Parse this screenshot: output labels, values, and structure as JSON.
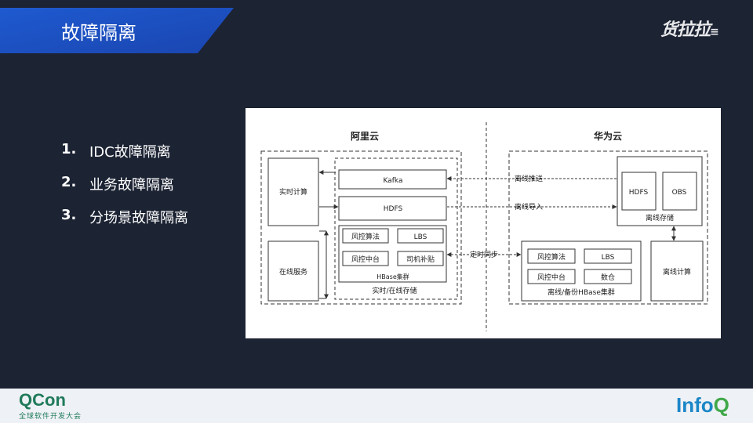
{
  "header": {
    "title": "故障隔离"
  },
  "brand": {
    "logo_text": "货拉拉",
    "logo_mark": "≡"
  },
  "list": {
    "items": [
      {
        "num": "1.",
        "label": "IDC故障隔离"
      },
      {
        "num": "2.",
        "label": "业务故障隔离"
      },
      {
        "num": "3.",
        "label": "分场景故障隔离"
      }
    ]
  },
  "diagram": {
    "left_title": "阿里云",
    "right_title": "华为云",
    "realtime_compute": "实时计算",
    "online_service": "在线服务",
    "kafka": "Kafka",
    "hdfs": "HDFS",
    "risk_algo": "风控算法",
    "lbs": "LBS",
    "risk_center": "风控中台",
    "driver_subsidy": "司机补贴",
    "hbase_cluster": "HBase集群",
    "realtime_online_storage": "实时/在线存储",
    "offline_push": "离线推送",
    "offline_import": "离线导入",
    "scheduled_sync": "定时同步",
    "hw_hdfs": "HDFS",
    "hw_obs": "OBS",
    "offline_storage": "离线存储",
    "hw_risk_algo": "风控算法",
    "hw_lbs": "LBS",
    "hw_risk_center": "风控中台",
    "hw_data_warehouse": "数仓",
    "offline_backup_hbase": "离线/备份HBase集群",
    "offline_compute": "离线计算"
  },
  "footer": {
    "qcon_name": "QCon",
    "qcon_sub": "全球软件开发大会",
    "infoq_main": "Info",
    "infoq_q": "Q"
  },
  "colors": {
    "background": "#1c2333",
    "banner": "#1d58c8",
    "qcon": "#1f7a5a",
    "infoq": "#1b86c7"
  }
}
